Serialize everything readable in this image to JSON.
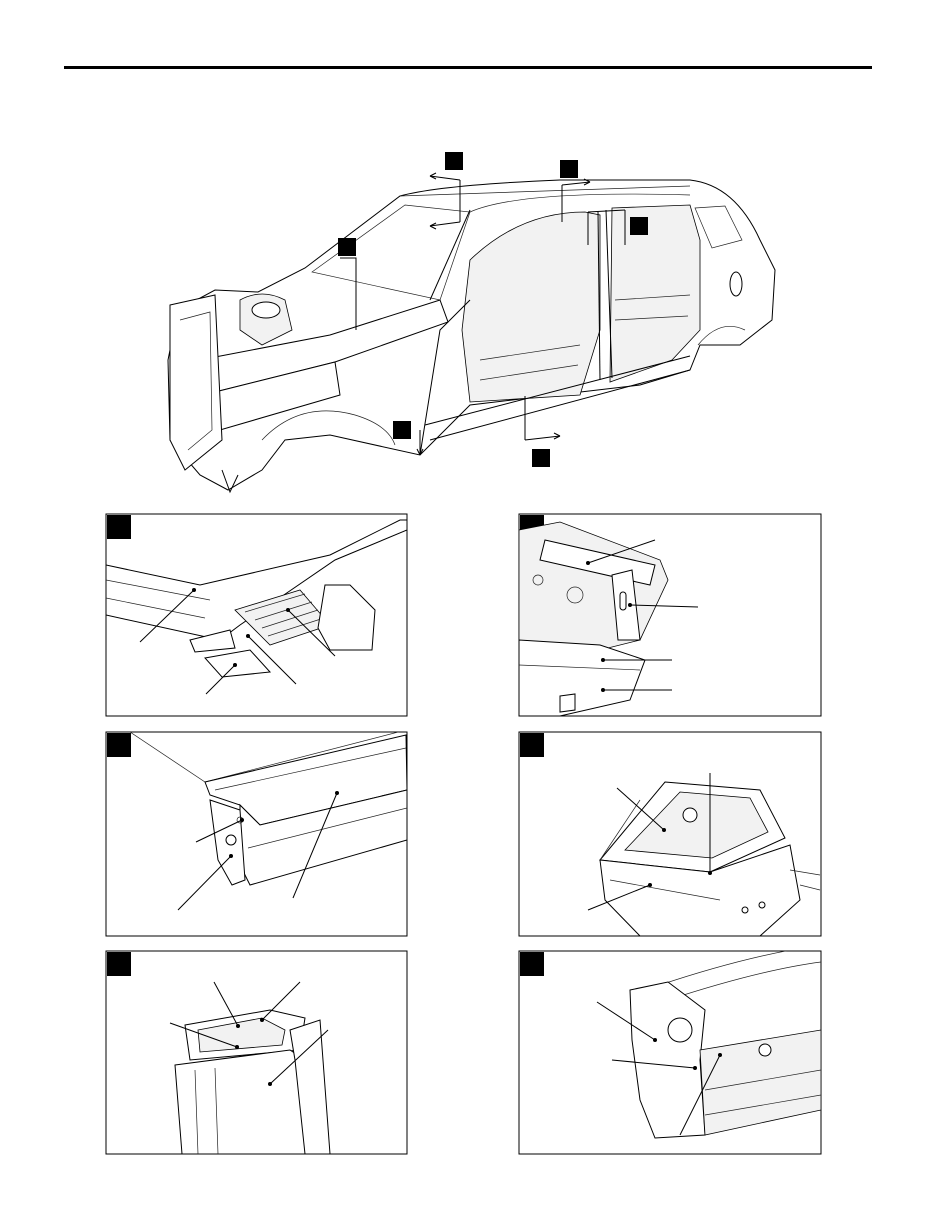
{
  "figure": {
    "main_view": "vehicle-body-shell",
    "detail_panels": [
      {
        "id": "detail-1",
        "leaders": 4
      },
      {
        "id": "detail-2",
        "leaders": 4
      },
      {
        "id": "detail-3",
        "leaders": 3
      },
      {
        "id": "detail-4",
        "leaders": 3
      },
      {
        "id": "detail-5",
        "leaders": 4
      },
      {
        "id": "detail-6",
        "leaders": 3
      }
    ]
  }
}
